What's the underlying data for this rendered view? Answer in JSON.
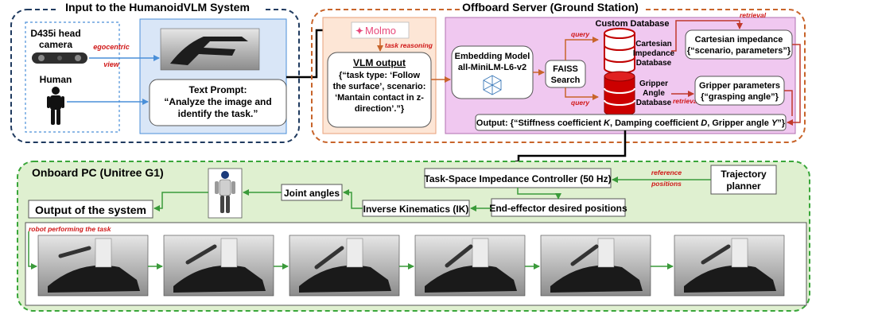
{
  "colors": {
    "input_border": "#1f3a5f",
    "offboard_border": "#c8642a",
    "onboard_border": "#3aa63a",
    "light_blue": "#d9e6f7",
    "light_peach": "#fde6d6",
    "light_purple": "#f0c8f0",
    "light_green": "#dff0d0",
    "arrow_blue": "#4a8fd8",
    "arrow_orange": "#c8642a",
    "arrow_red": "#c0392b",
    "arrow_green": "#3a9a3a",
    "label_red": "#d01818",
    "molmo_pink": "#e8487a"
  },
  "input_section": {
    "title": "Input to the HumanoidVLM System",
    "camera_label_1": "D435i head",
    "camera_label_2": "camera",
    "human_label": "Human",
    "egocentric_1": "egocentric",
    "egocentric_2": "view",
    "prompt_title": "Text Prompt:",
    "prompt_line1": "“Analyze the image and",
    "prompt_line2": "identify the task.”"
  },
  "offboard_section": {
    "title": "Offboard Server (Ground Station)",
    "molmo": "Molmo",
    "task_reasoning": "task reasoning",
    "vlm_title": "VLM output",
    "vlm_line1": "{“task type: ‘Follow",
    "vlm_line2": "the surface’, scenario:",
    "vlm_line3": "‘Mantain contact in z-",
    "vlm_line4": "direction’.”}",
    "embedding_line1": "Embedding Model",
    "embedding_line2": "all-MiniLM-L6-v2",
    "faiss_line1": "FAISS",
    "faiss_line2": "Search",
    "query_top": "query",
    "query_bottom": "query",
    "custom_db": "Custom Database",
    "cart_db_1": "Cartesian",
    "cart_db_2": "Impedance",
    "cart_db_3": "Database",
    "grip_db_1": "Gripper",
    "grip_db_2": "Angle",
    "grip_db_3": "Database",
    "retrieval_top": "retrieval",
    "retrieval_bottom": "retrieval",
    "cart_imp_1": "Cartesian impedance",
    "cart_imp_2": "{“scenario, parameters”}",
    "grip_par_1": "Gripper parameters",
    "grip_par_2": "{“grasping angle”}",
    "output_prefix": "Output: {“Stiffness coefficient ",
    "output_k": "K",
    "output_mid1": ", Damping coefficient ",
    "output_d": "D",
    "output_mid2": ", Gripper angle ",
    "output_y": "Y",
    "output_suffix": "”}"
  },
  "onboard_section": {
    "title": "Onboard PC (Unitree G1)",
    "controller": "Task-Space Impedance Controller (50 Hz)",
    "reference_1": "reference",
    "reference_2": "positions",
    "trajectory_1": "Trajectory",
    "trajectory_2": "planner",
    "joint_angles": "Joint angles",
    "ik": "Inverse Kinematics (IK)",
    "ee_positions": "End-effector desired positions",
    "output_system": "Output of the system",
    "robot_task": "robot performing the task"
  }
}
